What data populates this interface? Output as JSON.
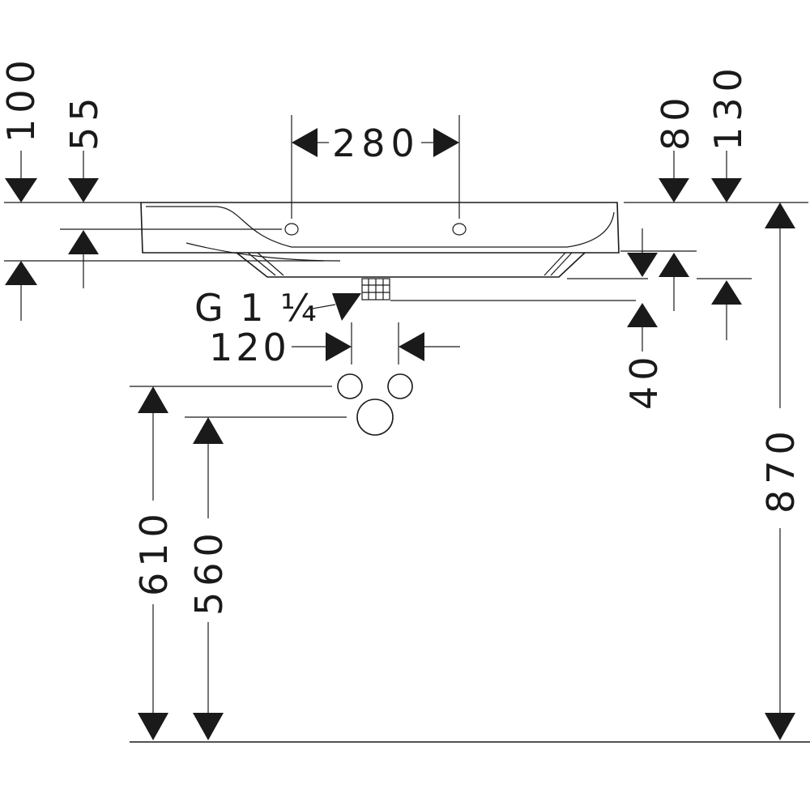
{
  "labels": {
    "d100": "100",
    "d55": "55",
    "d280": "280",
    "d80": "80",
    "d130": "130",
    "thread": "G 1 ¼",
    "d120": "120",
    "d40": "40",
    "d870": "870",
    "d610": "610",
    "d560": "560"
  },
  "colors": {
    "ink": "#1a1a1a",
    "background": "#ffffff"
  }
}
